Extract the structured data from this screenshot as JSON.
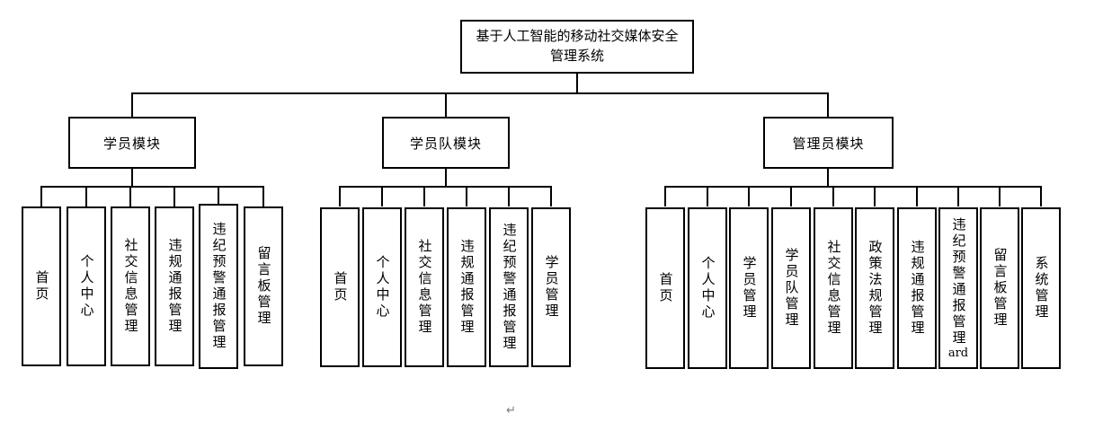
{
  "root": {
    "title_lines": [
      "基于人工智能的移动社交媒体安全",
      "管理系统"
    ]
  },
  "groups": [
    {
      "label": "学员模块",
      "leaves": [
        {
          "label": "首页"
        },
        {
          "label": "个人中心"
        },
        {
          "label": "社交信息管理"
        },
        {
          "label": "违规通报管理"
        },
        {
          "label": "违纪预警通报管理"
        },
        {
          "label": "留言板管理"
        }
      ]
    },
    {
      "label": "学员队模块",
      "leaves": [
        {
          "label": "首页"
        },
        {
          "label": "个人中心"
        },
        {
          "label": "社交信息管理"
        },
        {
          "label": "违规通报管理"
        },
        {
          "label": "违纪预警通报管理"
        },
        {
          "label": "学员管理"
        }
      ]
    },
    {
      "label": "管理员模块",
      "leaves": [
        {
          "label": "首页"
        },
        {
          "label": "个人中心"
        },
        {
          "label": "学员管理"
        },
        {
          "label": "学员队管理"
        },
        {
          "label": "社交信息管理"
        },
        {
          "label": "政策法规管理"
        },
        {
          "label": "违规通报管理"
        },
        {
          "label": "违纪预警通报管理",
          "suffix": "ard"
        },
        {
          "label": "留言板管理"
        },
        {
          "label": "系统管理"
        }
      ]
    }
  ],
  "footer": {
    "mark": "↵"
  },
  "colors": {
    "line": "#000000",
    "background": "#ffffff",
    "mark_gray": "#7a7a7a"
  }
}
